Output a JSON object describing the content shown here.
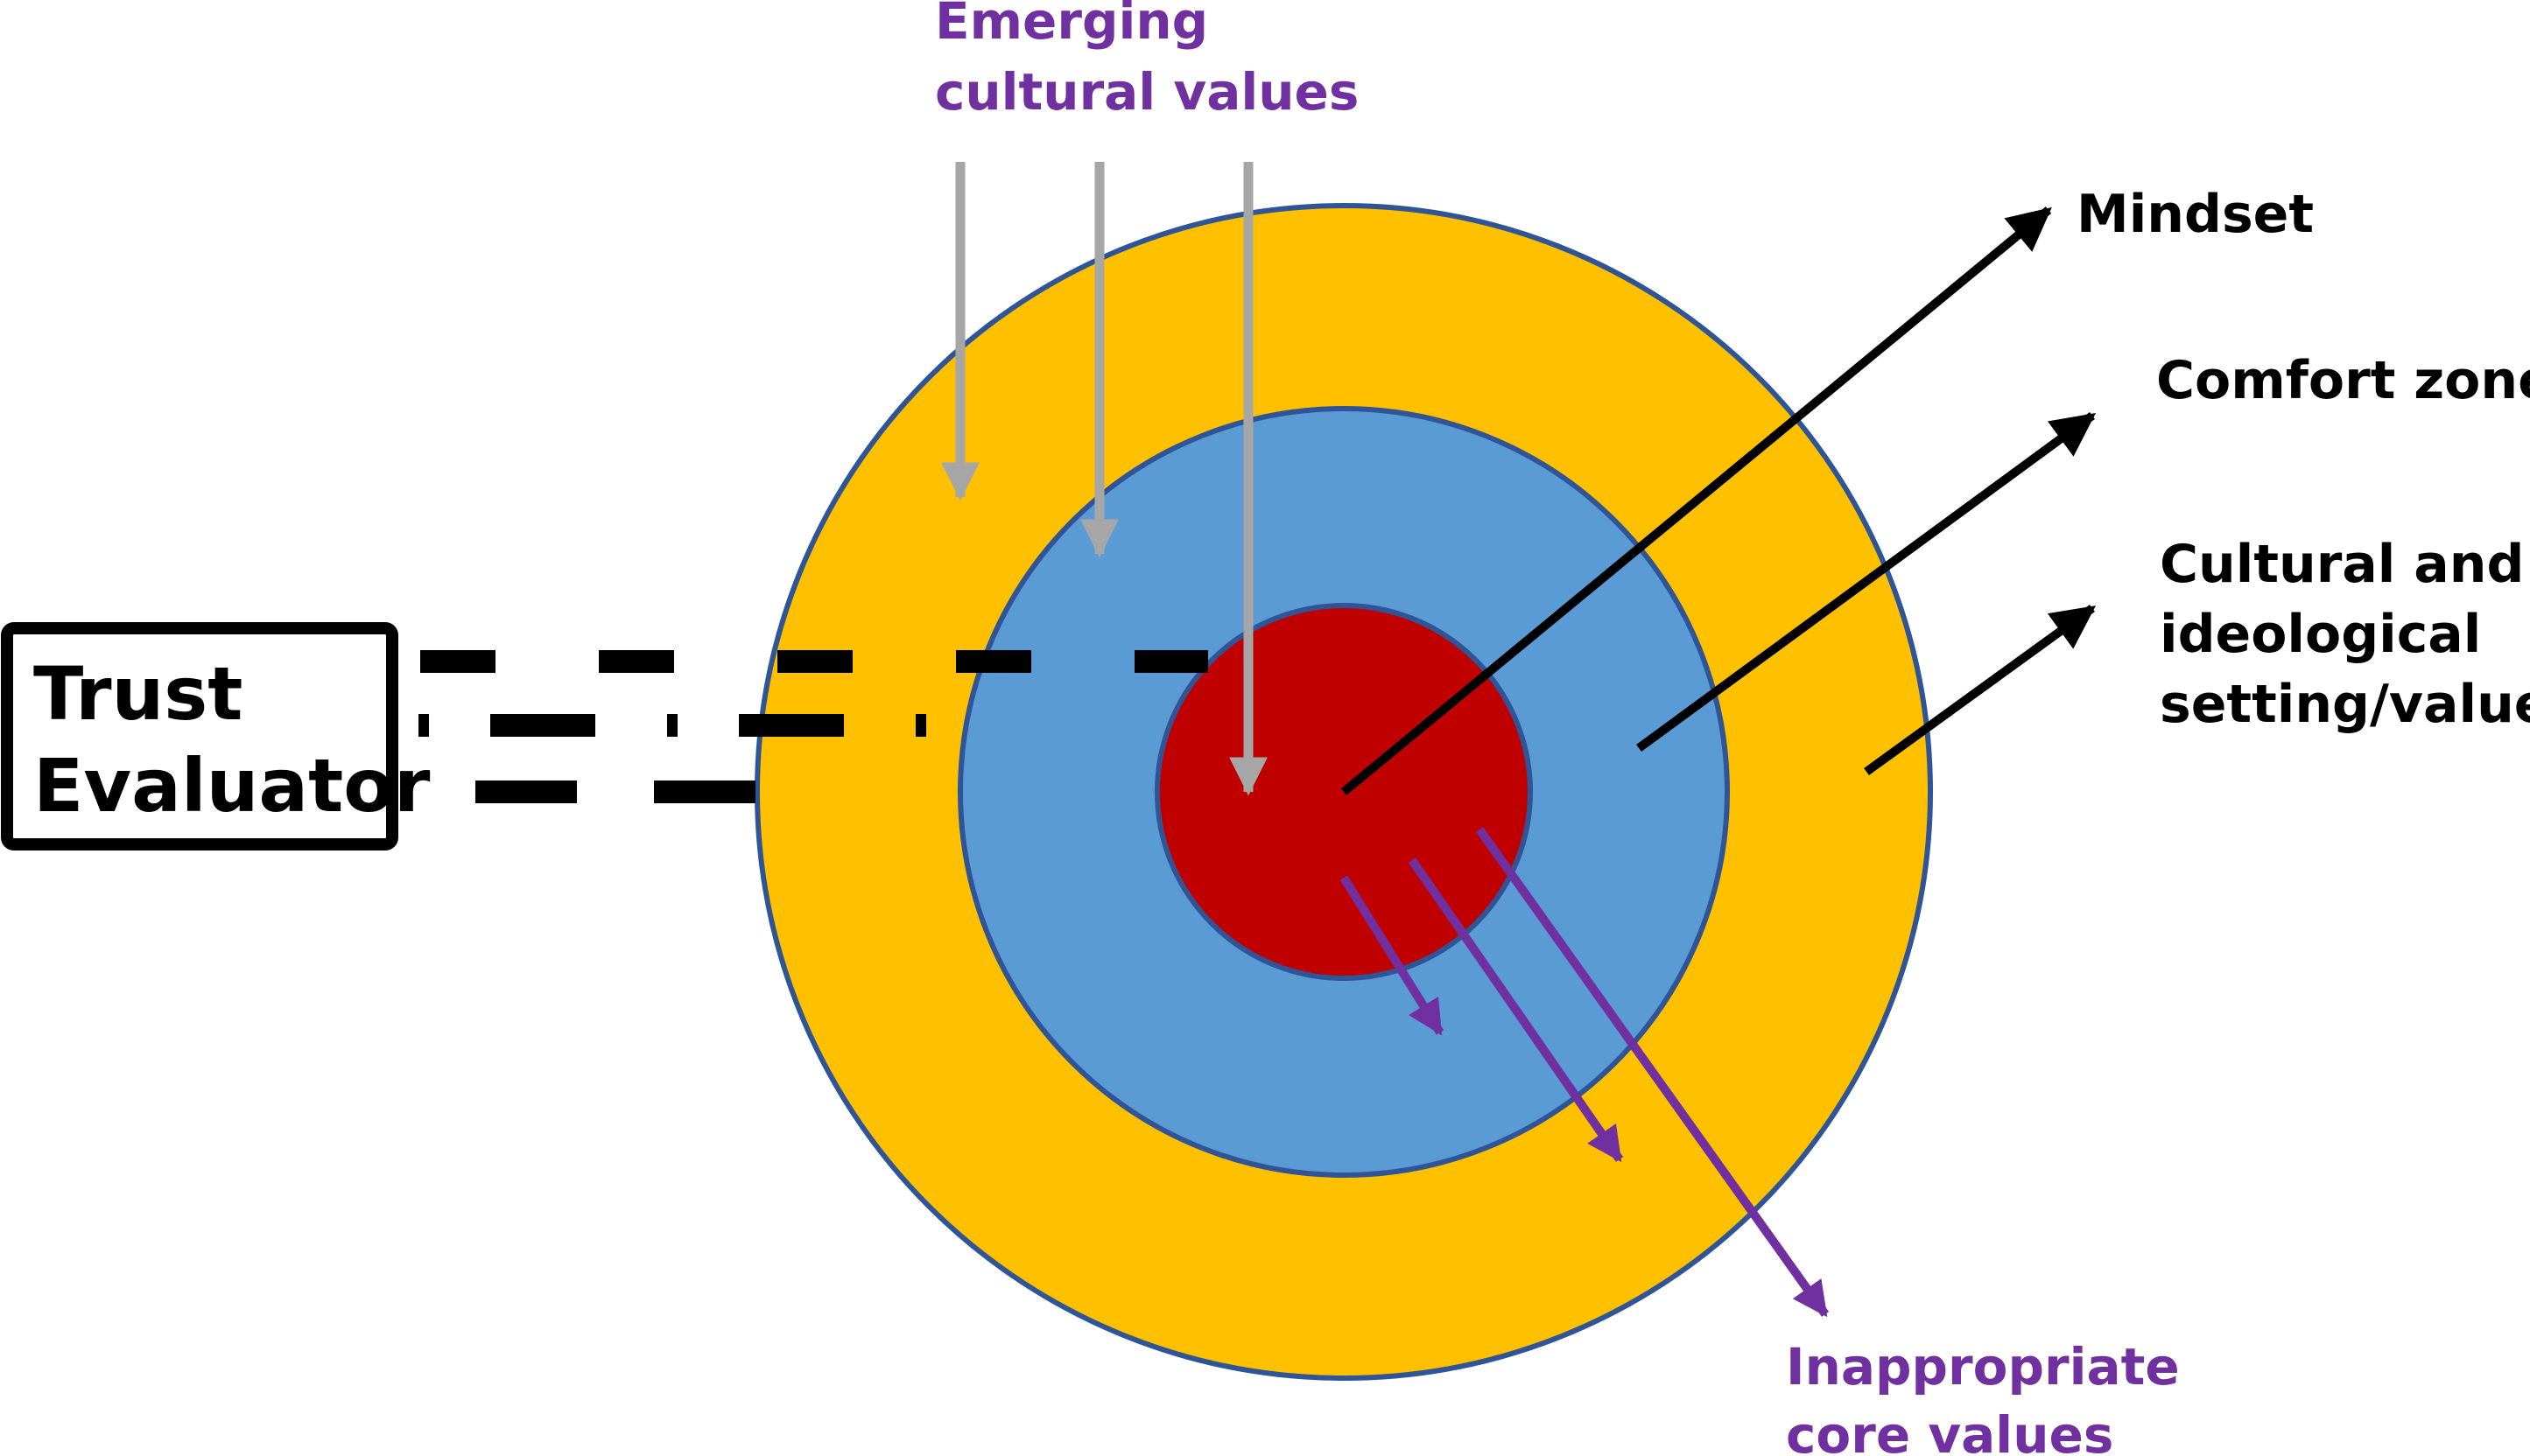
{
  "colors": {
    "outer_ring": "#FFC000",
    "middle_ring": "#5B9BD5",
    "core": "#C00000",
    "ring_outline": "#2F5597",
    "emerging_arrows": "#A6A6A6",
    "inappropriate_arrows": "#7030A0",
    "purple_text": "#7030A0",
    "black": "#000000"
  },
  "evaluator": {
    "line1": "Trust",
    "line2": "Evaluator"
  },
  "emerging": {
    "line1": "Emerging",
    "line2": "cultural values"
  },
  "mindset": {
    "label": "Mindset"
  },
  "comfort": {
    "label": "Comfort zone"
  },
  "cultural": {
    "line1": "Cultural and",
    "line2": "ideological",
    "line3": "setting/values"
  },
  "inappropriate": {
    "line1": "Inappropriate",
    "line2": "core values"
  }
}
